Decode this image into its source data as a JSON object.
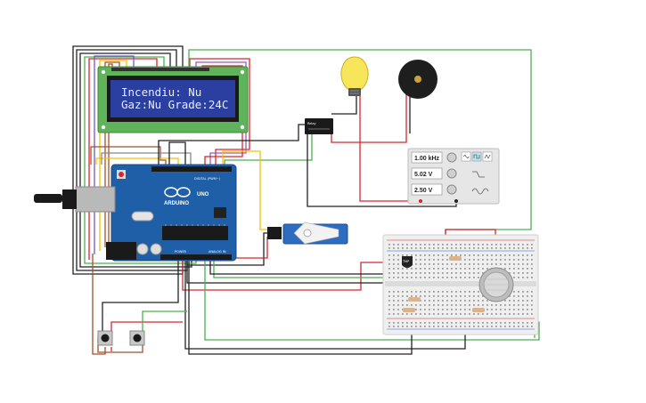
{
  "lcd": {
    "line1": "Incendiu: Nu",
    "line2": "Gaz:Nu Grade:24C"
  },
  "arduino": {
    "brand": "ARDUINO",
    "model": "UNO",
    "digital_label": "DIGITAL (PWM~)",
    "power_label": "POWER",
    "analog_label": "ANALOG IN"
  },
  "function_generator": {
    "frequency": "1.00 kHz",
    "amplitude": "5.02 V",
    "offset": "2.50 V"
  },
  "relay": {
    "label": "Relay"
  },
  "sensor": {
    "label": "TMP"
  },
  "colors": {
    "wire_red": "#d6262e",
    "wire_black": "#222222",
    "wire_green": "#4caf50",
    "wire_brown": "#a0522d",
    "wire_yellow": "#f2c200",
    "arduino_blue": "#1f5fa8",
    "lcd_green": "#5fb35a",
    "lcd_screen": "#2a3fa0"
  }
}
